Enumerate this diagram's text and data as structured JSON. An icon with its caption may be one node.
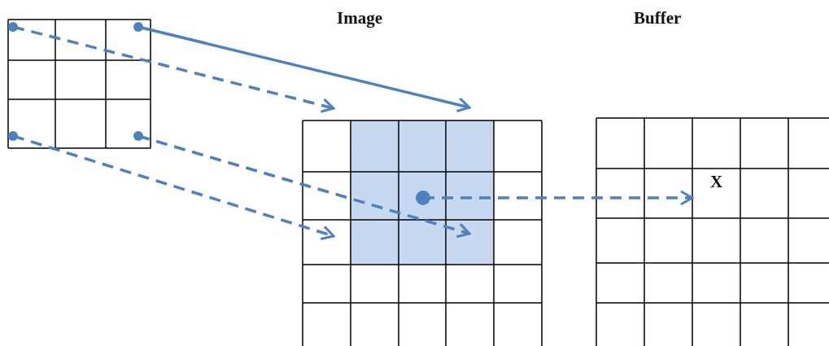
{
  "diagram": {
    "nodes": [
      {
        "text": [],
        "shape": "box"
      },
      {
        "text": [
          "Image"
        ]
      },
      {
        "text": [
          "Buffer"
        ]
      },
      {
        "text": [
          "X"
        ],
        "in": 2
      }
    ],
    "edges": [
      {
        "from": 0,
        "to": 1,
        "arrow": "to"
      },
      {
        "from": 0,
        "to": 1,
        "arrow": "to",
        "style": "dashed"
      },
      {
        "from": 0,
        "to": 1,
        "arrow": "to",
        "style": "dashed"
      },
      {
        "from": 0,
        "to": 1,
        "arrow": "to",
        "style": "dashed"
      },
      {
        "from": 1,
        "to": 3,
        "arrow": "to",
        "style": "dashed"
      }
    ]
  }
}
